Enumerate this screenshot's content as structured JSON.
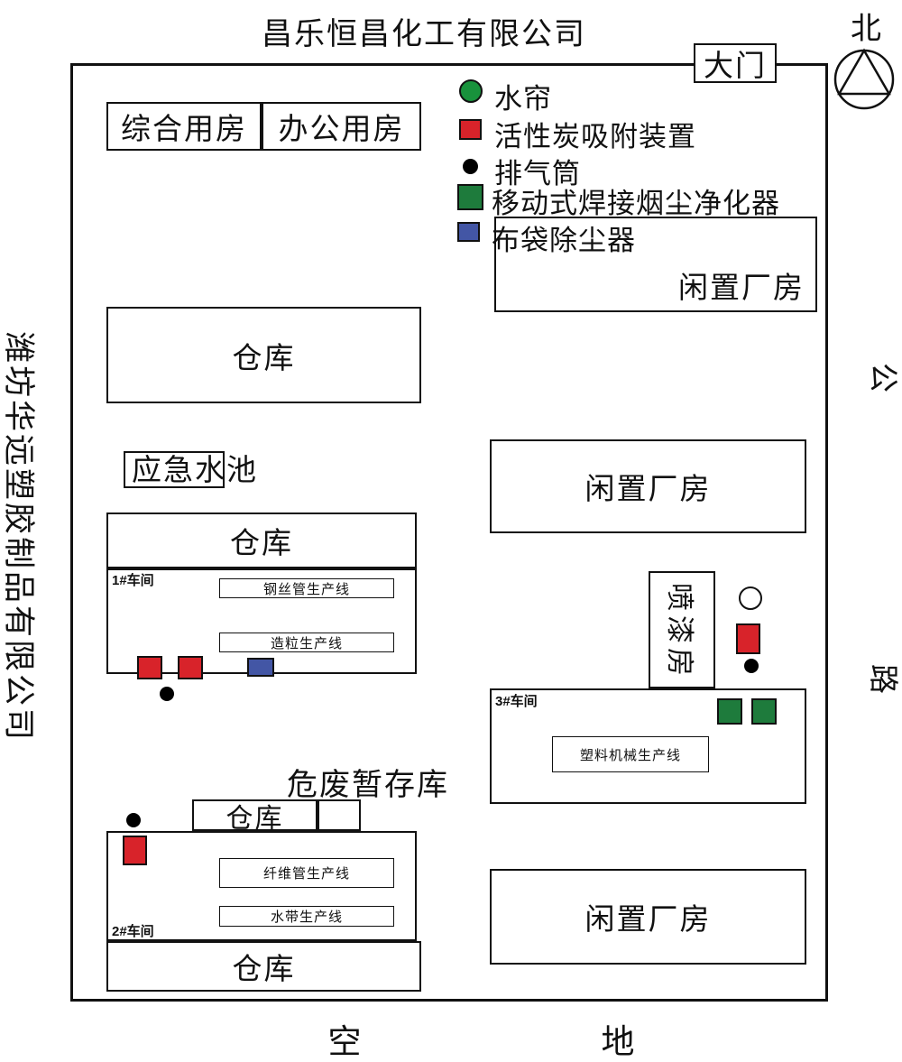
{
  "title": "昌乐恒昌化工有限公司",
  "compass": {
    "north_label": "北"
  },
  "gate": {
    "label": "大门"
  },
  "neighbors": {
    "left_company": "潍坊华远塑胶制品有限公司",
    "right_road_char_1": "公",
    "right_road_char_2": "路",
    "bottom_char_1": "空",
    "bottom_char_2": "地"
  },
  "legend": {
    "water_curtain": "水帘",
    "carbon_adsorber": "活性炭吸附装置",
    "exhaust_stack": "排气筒",
    "welding_purifier": "移动式焊接烟尘净化器",
    "bag_filter": "布袋除尘器"
  },
  "buildings": {
    "general_room": "综合用房",
    "office": "办公用房",
    "idle_plant_top": "闲置厂房",
    "warehouse_1": "仓库",
    "emergency_pool": "应急水池",
    "idle_plant_mid": "闲置厂房",
    "warehouse_2": "仓库",
    "workshop_1": "1#车间",
    "steel_wire_line": "钢丝管生产线",
    "granulation_line": "造粒生产线",
    "paint_room": "喷漆房",
    "workshop_3": "3#车间",
    "plastic_machine_line": "塑料机械生产线",
    "hazardous_waste_label": "危废暂存库",
    "warehouse_3": "仓库",
    "workshop_2": "2#车间",
    "fiber_pipe_line": "纤维管生产线",
    "water_hose_line": "水带生产线",
    "warehouse_4": "仓库",
    "idle_plant_bottom": "闲置厂房"
  },
  "colors": {
    "green_circle": "#18923C",
    "red_square": "#D8232A",
    "dark_green_square": "#1E7B3C",
    "blue_square": "#4356A5",
    "black_dot": "#000000"
  }
}
